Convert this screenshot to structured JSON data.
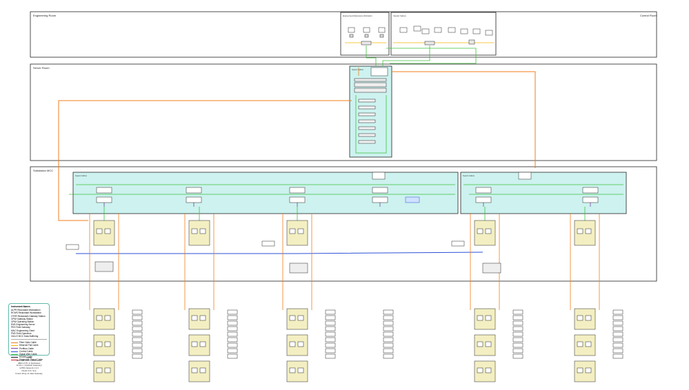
{
  "rooms": {
    "engineering": "Engineering Room",
    "control": "Control Room",
    "server": "Server Room",
    "substation": "Substation MCC"
  },
  "cabinets": {
    "eng_workstation_box": "Engineering & Maintenance Workstation",
    "operator_box": "Operator Stations",
    "system_cabinet": "System Cabinet",
    "cabinet_a": "System Cabinet",
    "cabinet_b": "System Cabinet"
  },
  "legend": {
    "heading": "Instrument Names",
    "abbreviations": [
      "ALPR  Redundant Workstation",
      "RCWS  Redundant Workstation",
      "OTSR  Redundant Gateway Station",
      "OPW   Gateway Station",
      "OPW   Operating Station",
      "ENS   Engineering Server",
      "PES   Field Gateway",
      "MAC   Engineering Client",
      "PNS   Field Operators",
      "OIA-IO  MCC Data Buffering"
    ],
    "cables": [
      {
        "label": "Fiber Optic Cable",
        "color": "#f07d1a"
      },
      {
        "label": "Ethernet Flat Cable",
        "color": "#f4b400"
      },
      {
        "label": "Profibus Cable",
        "color": "#7b3fa0"
      },
      {
        "label": "Control Cable",
        "color": "#2a4fd6"
      },
      {
        "label": "Signal Wire Cable",
        "color": "#3cc23c"
      },
      {
        "label": "RS485 Cable",
        "color": "#1a1a1a"
      },
      {
        "label": "Diagnostic Signal Cable",
        "color": "#d6262b"
      }
    ]
  },
  "title_block": {
    "lines": [
      "CW10",
      "(2B-(2B0-2B0-1) Dedicated",
      "(MEC-IOTI-1) Dedicated",
      "10.33.x.x (Default Gateway)",
      "12781 Network 1.3.3",
      "Diode Unit: Soe",
      "Fusion Ring v2 data Gateway"
    ]
  },
  "colors": {
    "fiber": "#f07d1a",
    "ethernet": "#f4b400",
    "profibus": "#7b3fa0",
    "control": "#2a4fd6",
    "signal": "#3cc23c",
    "rs485": "#1a1a1a",
    "diag": "#d6262b",
    "cabinet_fill": "#cdf2ef",
    "panel_fill": "#f3efc2",
    "legend_border": "#5fb8a8"
  }
}
